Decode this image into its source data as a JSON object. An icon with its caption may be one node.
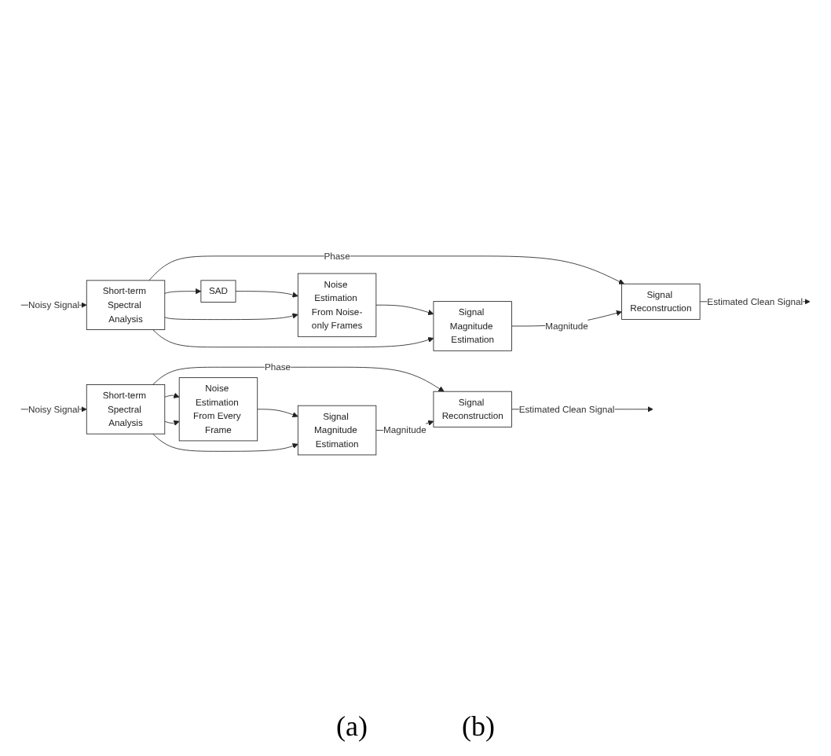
{
  "diagram": {
    "nodes": [
      {
        "text": [
          "Short-term Spectral Analysis"
        ]
      },
      {
        "text": [
          "SAD"
        ]
      },
      {
        "text": [
          "Noise Estimation From Noise-only Frames"
        ]
      },
      {
        "text": [
          "Signal Magnitude Estimation"
        ]
      },
      {
        "text": [
          "Signal Reconstruction"
        ]
      },
      {
        "text": [
          "Short-term Spectral Analysis"
        ]
      },
      {
        "text": [
          "Noise Estimation From Every Frame"
        ]
      },
      {
        "text": [
          "Signal Magnitude Estimation"
        ]
      },
      {
        "text": [
          "Signal Reconstruction"
        ]
      }
    ],
    "edges": [
      {
        "from": null,
        "to": 0,
        "arrow": "to",
        "label": "Noisy Signal"
      },
      {
        "from": 0,
        "to": 1,
        "arrow": "to"
      },
      {
        "from": 1,
        "to": 2,
        "arrow": "to"
      },
      {
        "from": 0,
        "to": 2,
        "arrow": "to"
      },
      {
        "from": 2,
        "to": 3,
        "arrow": "to"
      },
      {
        "from": 0,
        "to": 3,
        "arrow": "to"
      },
      {
        "from": 0,
        "to": 4,
        "arrow": "to",
        "label": "Phase"
      },
      {
        "from": 3,
        "to": 4,
        "arrow": "to",
        "label": "Magnitude"
      },
      {
        "from": 4,
        "to": null,
        "arrow": "to",
        "label": "Estimated Clean Signal"
      },
      {
        "from": null,
        "to": 5,
        "arrow": "to",
        "label": "Noisy Signal"
      },
      {
        "from": 5,
        "to": 6,
        "arrow": "to"
      },
      {
        "from": 5,
        "to": 6,
        "arrow": "to"
      },
      {
        "from": 6,
        "to": 7,
        "arrow": "to"
      },
      {
        "from": 5,
        "to": 7,
        "arrow": "to"
      },
      {
        "from": 5,
        "to": 8,
        "arrow": "to",
        "label": "Phase"
      },
      {
        "from": 7,
        "to": 8,
        "arrow": "to",
        "label": "Magnitude"
      },
      {
        "from": 8,
        "to": null,
        "arrow": "to",
        "label": "Estimated Clean Signal"
      }
    ],
    "labels": [
      "(a)",
      "(b)"
    ]
  }
}
